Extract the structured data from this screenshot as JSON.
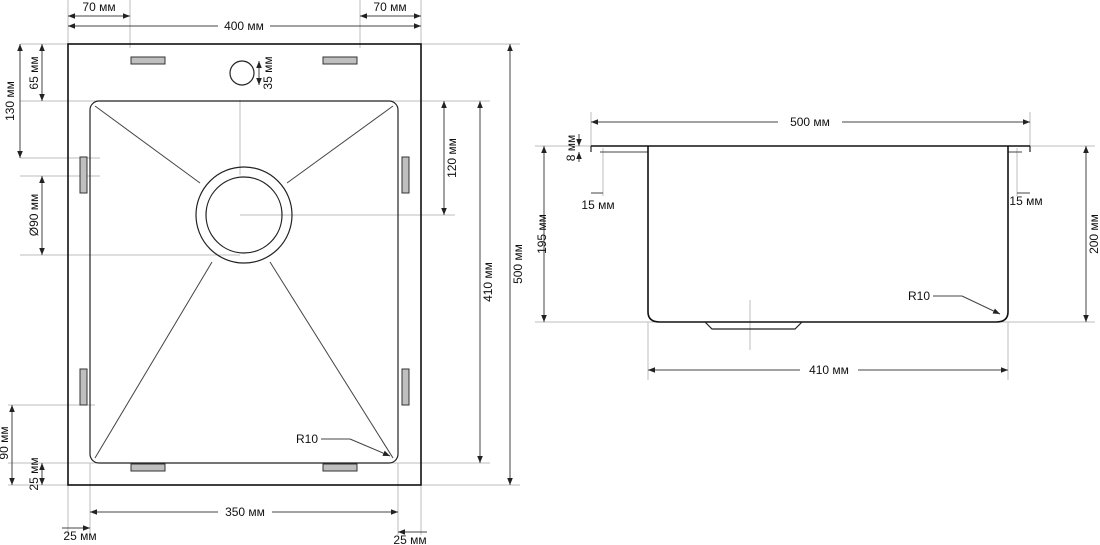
{
  "top_view": {
    "width_400": "400 мм",
    "offset_left_70": "70 мм",
    "offset_right_70": "70 мм",
    "height_500": "500 мм",
    "height_410": "410 мм",
    "tap_hole_35": "35 мм",
    "drain_120": "120 мм",
    "drain_dia_90": "Ø90 мм",
    "offset_65": "65 мм",
    "offset_130": "130 мм",
    "offset_90": "90 мм",
    "offset_25_left": "25 мм",
    "bottom_350": "350 мм",
    "bottom_25_left": "25 мм",
    "bottom_25_right": "25 мм",
    "radius": "R10"
  },
  "side_view": {
    "width_500": "500 мм",
    "flange_8": "8 мм",
    "flange_15_left": "15 мм",
    "flange_15_right": "15 мм",
    "depth_195": "195 мм",
    "depth_200": "200 мм",
    "radius": "R10",
    "bottom_410": "410 мм"
  },
  "colors": {
    "line": "#111111",
    "guide": "#bdbdbd",
    "slot": "#bfbfbf"
  }
}
